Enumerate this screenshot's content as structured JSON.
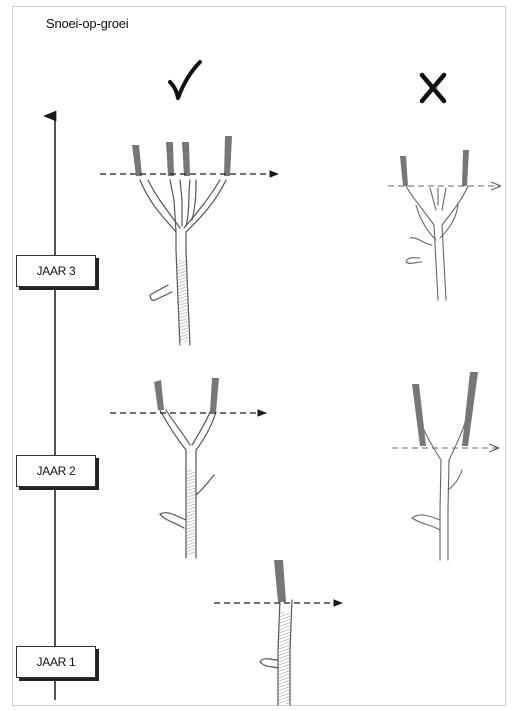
{
  "title": "Snoei-op-groei",
  "columns": [
    {
      "name": "correct",
      "symbol": "check-icon"
    },
    {
      "name": "incorrect",
      "symbol": "cross-icon"
    }
  ],
  "years": [
    {
      "label": "JAAR 3"
    },
    {
      "label": "JAAR 2"
    },
    {
      "label": "JAAR 1"
    }
  ],
  "colors": {
    "ink": "#1a1a1a",
    "sketch": "#555555",
    "shade": "#888888"
  }
}
